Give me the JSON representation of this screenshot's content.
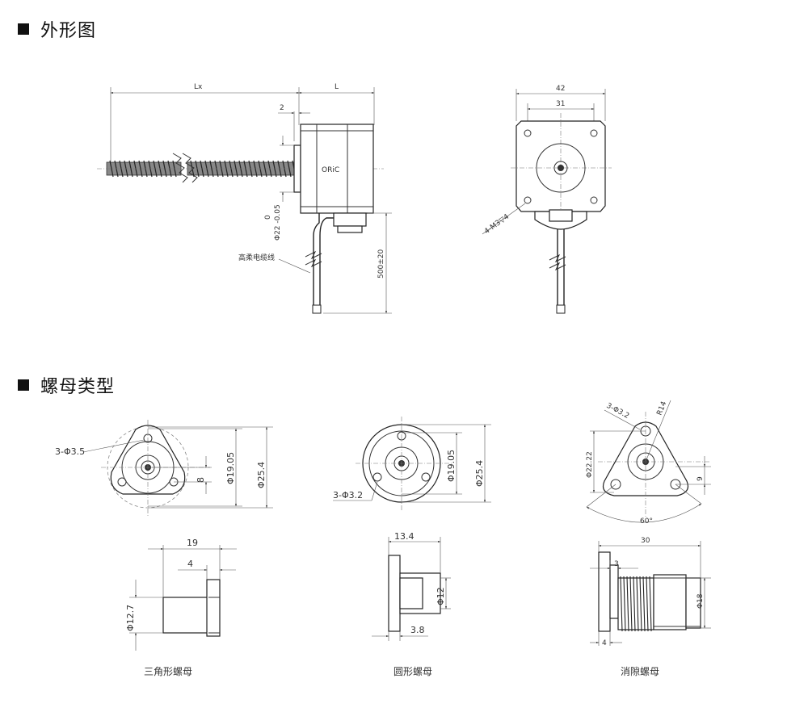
{
  "sections": {
    "outline_title": "外形图",
    "nut_title": "螺母类型"
  },
  "motor_side": {
    "lx": "Lx",
    "l": "L",
    "two": "2",
    "boss_tol_top": "0",
    "boss_dia": "Φ22 -0.05",
    "logo": "ORiC",
    "cable": "高柔电缆线",
    "cable_len": "500±20"
  },
  "motor_front": {
    "width": "42",
    "hole_spacing": "31",
    "holes": "4-M3▽4"
  },
  "nut_triangle": {
    "holes": "3-Φ3.5",
    "pcd": "Φ19.05",
    "outer": "Φ25.4",
    "h": "8",
    "len": "19",
    "flange": "4",
    "body": "Φ12.7",
    "caption": "三角形螺母"
  },
  "nut_round": {
    "holes": "3-Φ3.2",
    "pcd": "Φ19.05",
    "outer": "Φ25.4",
    "len": "13.4",
    "body": "Φ12",
    "flange": "3.8",
    "caption": "圆形螺母"
  },
  "nut_antibacklash": {
    "holes": "3-Φ3.2",
    "radius": "R14",
    "pcd": "Φ22.22",
    "h": "9",
    "angle": "60°",
    "len": "30",
    "three": "3",
    "body": "Φ18",
    "flange": "4",
    "caption": "消隙螺母"
  }
}
